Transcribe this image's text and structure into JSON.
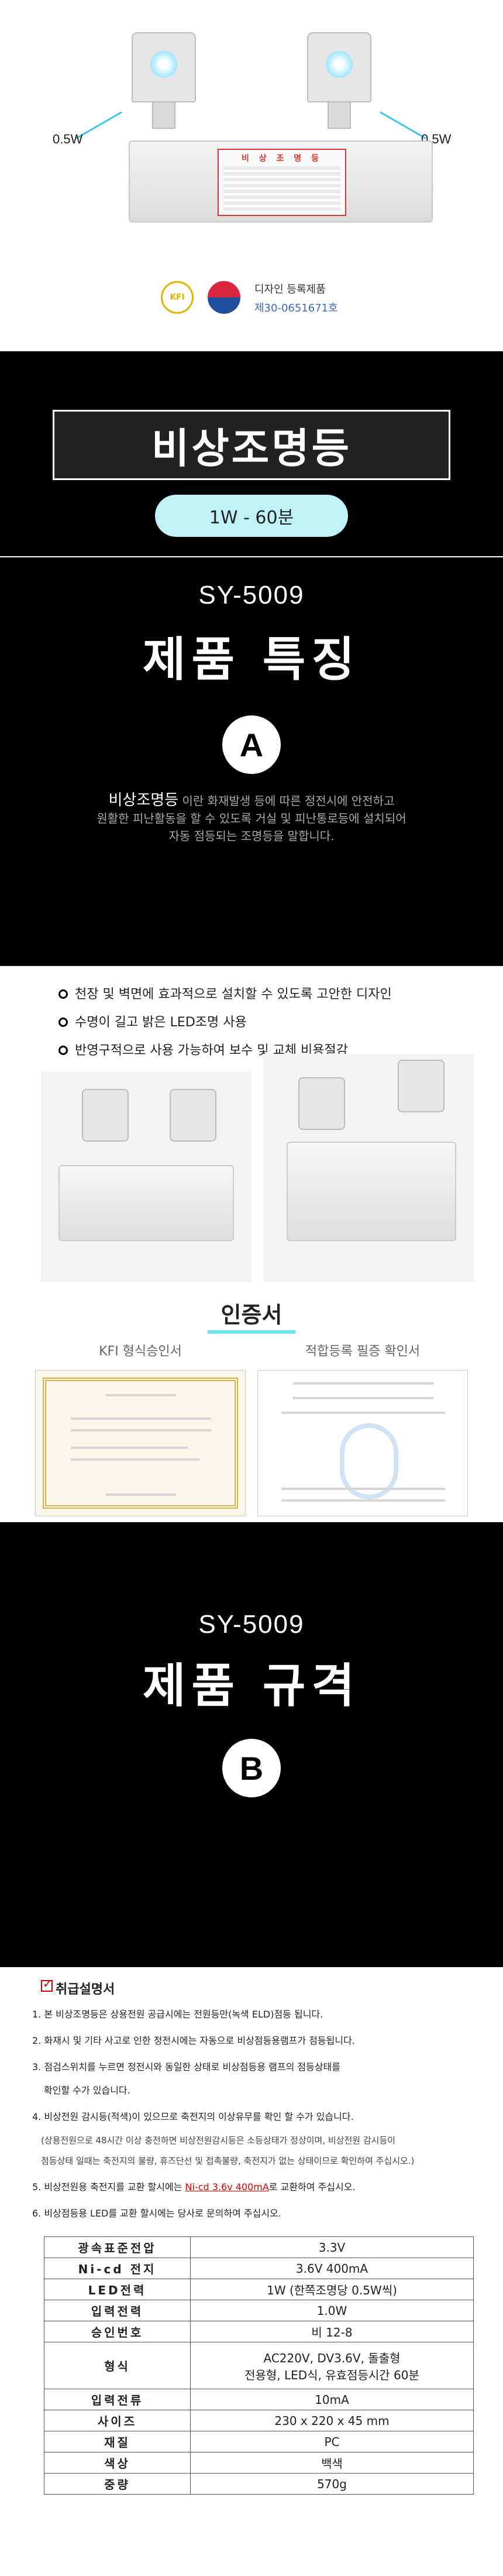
{
  "hero": {
    "watt_left": "0.5W",
    "watt_right": "0.5W",
    "panel_title": "비 상 조 명 등",
    "cert_badge": "KFI",
    "registration_title": "디자인 등록제품",
    "registration_number": "제30-0651671호"
  },
  "title_band": {
    "main_title": "비상조명등",
    "rating": "1W - 60분"
  },
  "features": {
    "model": "SY-5009",
    "title": "제품 특징",
    "letter": "A",
    "intro_highlight": "비상조명등",
    "intro_line1_rest": " 이란 화재발생 등에 따른 정전시에 안전하고",
    "intro_line2": "원활한 피난활동을 할 수 있도록 거실 및 피난통로등에 설치되어",
    "intro_line3": "자동 점등되는 조명등을 말합니다.",
    "bullets": [
      "천장 및 벽면에 효과적으로 설치할 수 있도록 고안한 디자인",
      "수명이 길고 밝은 LED조명 사용",
      "반영구적으로 사용 가능하여 보수 및 교체 비용절감"
    ],
    "cert_heading": "인증서",
    "cert_left_label": "KFI 형식승인서",
    "cert_right_label": "적합등록 필증 확인서"
  },
  "spec": {
    "model": "SY-5009",
    "title": "제품 규격",
    "letter": "B",
    "notes_title": "취급설명서",
    "notes": [
      "1. 본 비상조명등은 상용전원 공급시에는 전원등만(녹색 ELD)점등 됩니다.",
      "2. 화재시 및 기타 사고로 인한 정전시에는 자동으로 비상점등용램프가 점등됩니다.",
      "3. 점검스위치를 누르면 정전시와 동일한 상태로 비상점등용 램프의 점등상태를",
      "확인할 수가 있습니다.",
      "4. 비상전원 감시등(적색)이 있으므로 축전지의 이상유무를 확인 할 수가 있습니다.",
      "(상용전원으로 48시간 이상 충전하면 비상전원감시등은 소등상태가 정상이며, 비상전원 감시등이",
      "점등상태 일때는 축전지의 불량, 휴즈단선 및 접촉불량, 축전지가 없는 상태이므로 확인하여 주십시오.)",
      "5. 비상전원용 축전지를 교환 할시에는 ",
      "Ni-cd 3.6v 400mA",
      "로 교환하여 주십시오.",
      "6. 비상점등용 LED를 교환 할시에는 당사로 문의하여 주십시오."
    ],
    "rows": [
      {
        "k": "광속표준전압",
        "v": "3.3V"
      },
      {
        "k": "Ni-cd 전지",
        "v": "3.6V 400mA"
      },
      {
        "k": "LED전력",
        "v": "1W (한쪽조명당 0.5W씩)"
      },
      {
        "k": "입력전력",
        "v": "1.0W"
      },
      {
        "k": "승인번호",
        "v": "비 12-8"
      },
      {
        "k": "형식",
        "v1": "AC220V, DV3.6V, 돌출형",
        "v2": "전용형, LED식, 유효점등시간 60분"
      },
      {
        "k": "입력전류",
        "v": "10mA"
      },
      {
        "k": "사이즈",
        "v": "230 x 220 x 45 mm"
      },
      {
        "k": "재질",
        "v": "PC"
      },
      {
        "k": "색상",
        "v": "백색"
      },
      {
        "k": "중량",
        "v": "570g"
      }
    ]
  }
}
